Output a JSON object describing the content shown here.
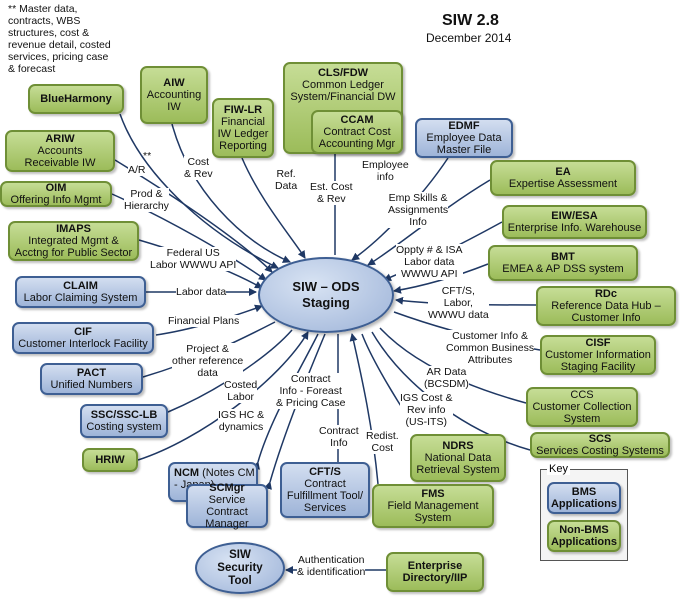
{
  "header": {
    "title": "SIW 2.8",
    "date": "December 2014"
  },
  "footnote": "** Master data,\ncontracts, WBS\nstructures, cost &\nrevenue detail, costed\nservices, pricing case\n& forecast",
  "hub": {
    "line1": "SIW – ODS",
    "line2": "Staging"
  },
  "security": {
    "line1": "SIW",
    "line2": "Security",
    "line3": "Tool"
  },
  "colors": {
    "green_fill": "#9cbc5a",
    "green_border": "#6f8f36",
    "blue_fill": "#9eb4d8",
    "blue_border": "#3e5f93",
    "line": "#1f3864"
  },
  "boxes": {
    "blueharmony": {
      "title": "BlueHarmony",
      "desc": ""
    },
    "aiw": {
      "title": "AIW",
      "desc": "Accounting\nIW"
    },
    "fiwlr": {
      "title": "FIW-LR",
      "desc": "Financial\nIW Ledger\nReporting"
    },
    "clsfdw": {
      "title": "CLS/FDW",
      "desc": "Common Ledger\nSystem/Financial DW"
    },
    "ccam": {
      "title": "CCAM",
      "desc": "Contract Cost\nAccounting Mgr"
    },
    "edmf": {
      "title": "EDMF",
      "desc": "Employee Data\nMaster File"
    },
    "ariw": {
      "title": "ARIW",
      "desc": "Accounts\nReceivable IW"
    },
    "oim": {
      "title": "OIM",
      "desc": "Offering Info Mgmt"
    },
    "imaps": {
      "title": "IMAPS",
      "desc": "Integrated Mgmt &\nAcctng for Public Sector"
    },
    "ea": {
      "title": "EA",
      "desc": "Expertise Assessment"
    },
    "eiwesa": {
      "title": "EIW/ESA",
      "desc": "Enterprise Info. Warehouse"
    },
    "bmt": {
      "title": "BMT",
      "desc": "EMEA & AP DSS system"
    },
    "claim": {
      "title": "CLAIM",
      "desc": "Labor Claiming System"
    },
    "rdc": {
      "title": "RDc",
      "desc": "Reference Data Hub –\nCustomer Info"
    },
    "cif": {
      "title": "CIF",
      "desc": "Customer Interlock Facility"
    },
    "cisf": {
      "title": "CISF",
      "desc": "Customer Information\nStaging Facility"
    },
    "pact": {
      "title": "PACT",
      "desc": "Unified Numbers"
    },
    "ccs": {
      "title": "CCS",
      "desc": "Customer Collection\nSystem"
    },
    "ssc": {
      "title": "SSC/SSC-LB",
      "desc": "Costing system"
    },
    "scs": {
      "title": "SCS",
      "desc": "Services Costing Systems"
    },
    "hriw": {
      "title": "HRIW",
      "desc": ""
    },
    "ncm": {
      "title": "NCM",
      "desc": " (Notes CM\n- Japan)"
    },
    "scmgr": {
      "title": "SCMgr",
      "desc": "Service Contract\nManager"
    },
    "cfts": {
      "title": "CFT/S",
      "desc": "Contract\nFulfillment Tool/\nServices"
    },
    "ndrs": {
      "title": "NDRS",
      "desc": "National Data\nRetrieval System"
    },
    "fms": {
      "title": "FMS",
      "desc": "Field Management\nSystem"
    },
    "eds": {
      "title": "Enterprise\nDirectory/IIP",
      "desc": ""
    }
  },
  "key": {
    "title": "Key",
    "bms": "BMS\nApplications",
    "nonbms": "Non-BMS\nApplications"
  },
  "labels": {
    "ar": "A/R",
    "stars": "**",
    "cost_rev": "Cost\n& Rev",
    "ref_data": "Ref.\nData",
    "est_cost": "Est. Cost\n& Rev",
    "employee_info": "Employee\ninfo",
    "prod_hier": "Prod &\nHierarchy",
    "emp_skills": "Emp Skills &\nAssignments\nInfo",
    "federal": "Federal US\nLabor WWWU API",
    "oppty": "Oppty # & ISA\nLabor data\nWWWU API",
    "labor_data": "Labor data",
    "cft_labor": "CFT/S,\nLabor,\nWWWU data",
    "fin_plans": "Financial Plans",
    "cust_info": "Customer Info &\nCommon Business\nAttributes",
    "project_ref": "Project &\nother reference\ndata",
    "costed_labor": "Costed\nLabor",
    "ar_data": "AR Data\n(BCSDM)",
    "contract_forecast": "Contract\nInfo - Foreast\n& Pricing Case",
    "igs_hc": "IGS HC &\ndynamics",
    "igs_cost": "IGS Cost &\nRev info\n(US-ITS)",
    "contract_info": "Contract\nInfo",
    "redist": "Redist.\nCost",
    "auth": "Authentication\n& identification"
  }
}
